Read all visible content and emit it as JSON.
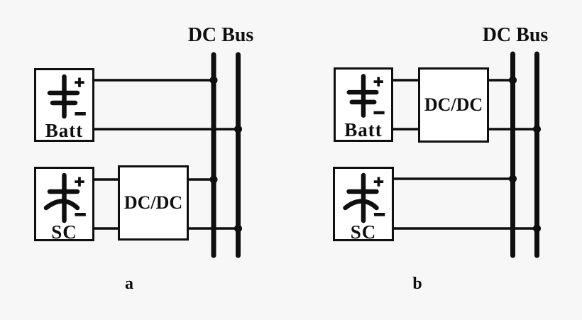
{
  "figure": {
    "ink_color": "#0f0f0f",
    "background_color": "#f7f7f7",
    "box_fill_color": "#ffffff"
  },
  "diagrams": [
    {
      "caption": "a",
      "bus_label": "DC Bus",
      "battery": {
        "label": "Batt",
        "plus": "+",
        "minus": "−"
      },
      "supercap": {
        "label": "SC",
        "plus": "+",
        "minus": "−"
      },
      "converter": {
        "label": "DC/DC"
      },
      "connections": [
        "Batt positive terminal → left DC bus bar (direct wire)",
        "Batt negative terminal → right DC bus bar (direct wire)",
        "SC positive terminal → DC/DC converter → left DC bus bar",
        "SC negative terminal → DC/DC converter → right DC bus bar"
      ]
    },
    {
      "caption": "b",
      "bus_label": "DC Bus",
      "battery": {
        "label": "Batt",
        "plus": "+",
        "minus": "−"
      },
      "supercap": {
        "label": "SC",
        "plus": "+",
        "minus": "−"
      },
      "converter": {
        "label": "DC/DC"
      },
      "connections": [
        "Batt positive terminal → DC/DC converter → left DC bus bar",
        "Batt negative terminal → DC/DC converter → right DC bus bar",
        "SC positive terminal → left DC bus bar (direct wire)",
        "SC negative terminal → right DC bus bar (direct wire)"
      ]
    }
  ]
}
